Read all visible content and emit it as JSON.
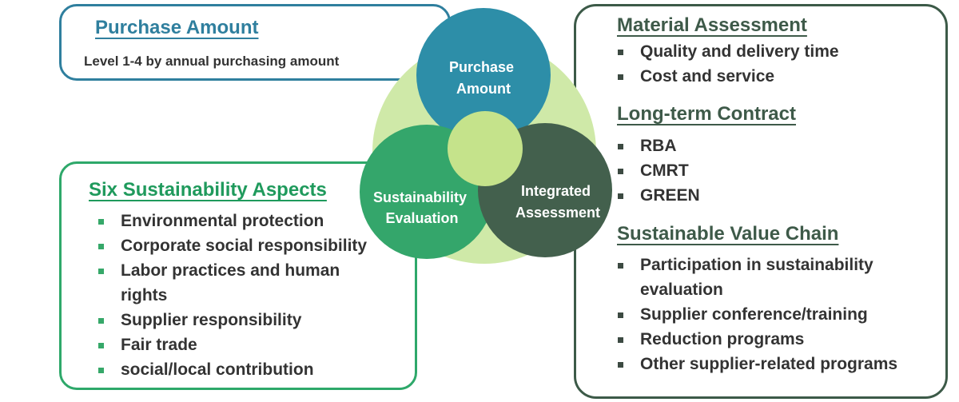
{
  "purchase_box": {
    "title": "Purchase Amount",
    "text": "Level 1-4 by annual purchasing amount"
  },
  "sustainability_box": {
    "title": "Six Sustainability Aspects",
    "items": [
      "Environmental protection",
      "Corporate social responsibility",
      "Labor practices and human",
      "rights",
      "Supplier responsibility",
      "Fair trade",
      "social/local contribution"
    ]
  },
  "right_box": {
    "material": {
      "title": "Material Assessment",
      "items": [
        " Quality and delivery time",
        "Cost and service"
      ]
    },
    "contract": {
      "title": "Long-term Contract",
      "items": [
        "RBA",
        "CMRT",
        "GREEN"
      ]
    },
    "value_chain": {
      "title": "Sustainable Value Chain",
      "items": [
        "Participation in sustainability",
        "evaluation",
        "Supplier conference/training",
        "Reduction programs",
        "Other supplier-related programs"
      ]
    }
  },
  "venn": {
    "purchase_line1": "Purchase",
    "purchase_line2": "Amount",
    "sustain_line1": "Sustainability",
    "sustain_line2": "Evaluation",
    "integrated_line1": "Integrated",
    "integrated_line2": "Assessment"
  },
  "colors": {
    "blue": "#2f7f9e",
    "green": "#2ea86a",
    "dark_green": "#3c5a48",
    "light_green": "#cfe9a8",
    "center": "#c5e38b"
  }
}
